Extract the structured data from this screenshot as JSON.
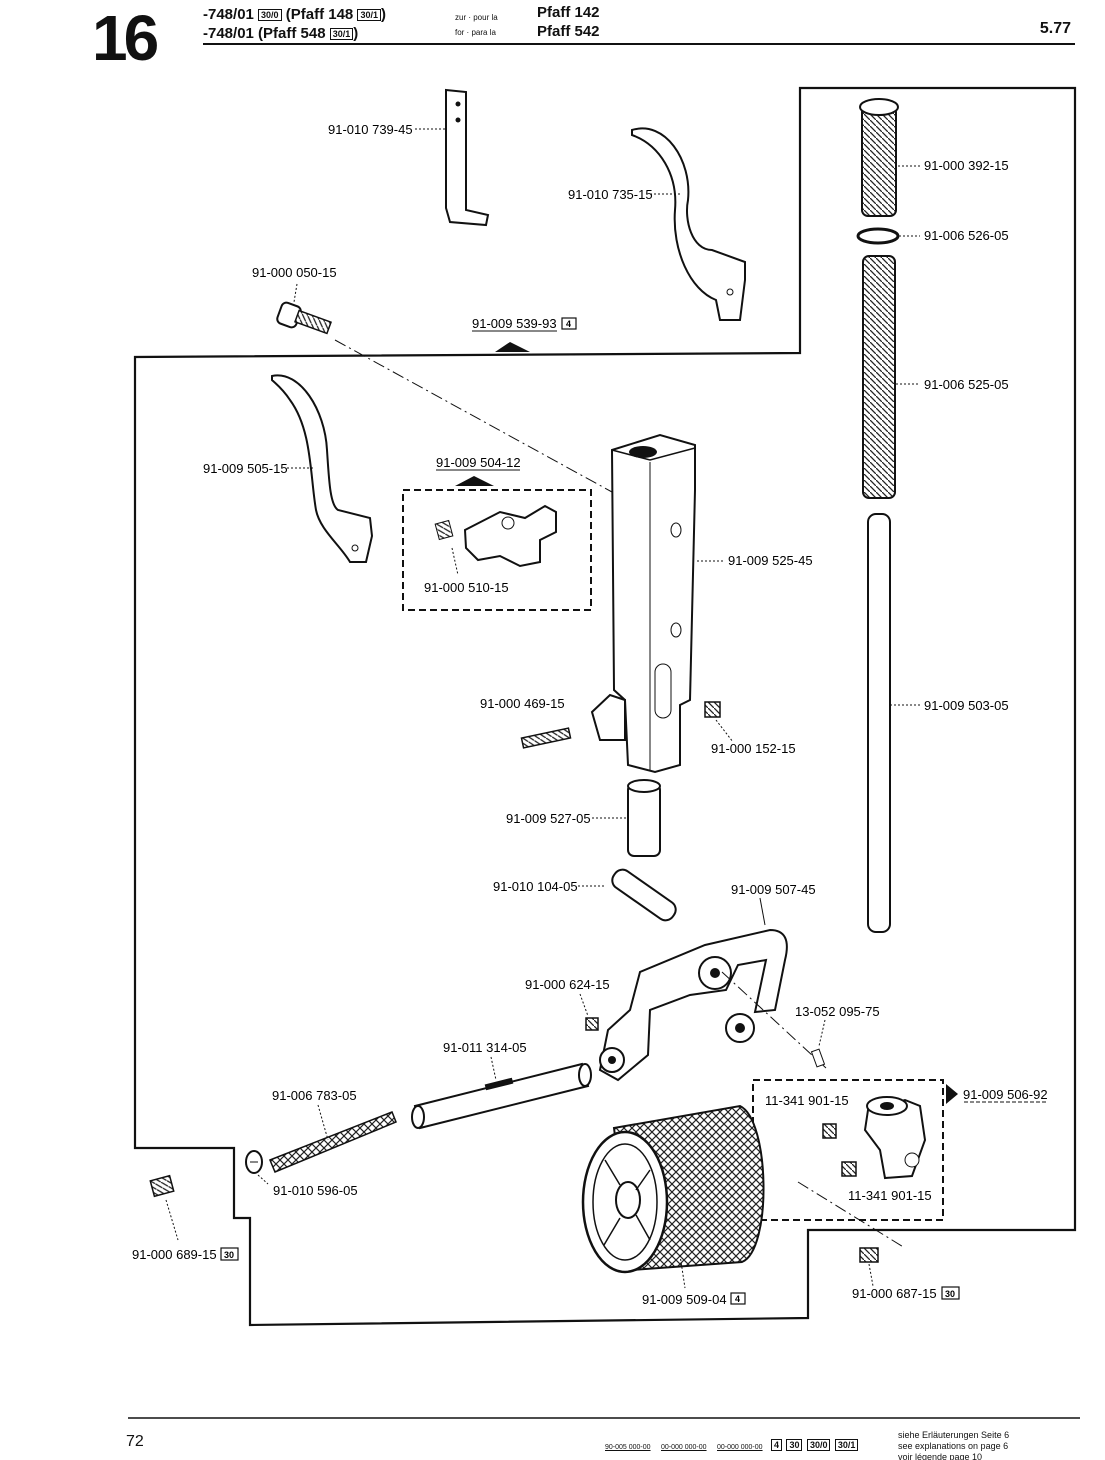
{
  "header": {
    "section_number": "16",
    "line1_model": "-748/01",
    "line1_box": "30/0",
    "line1_machine": "(Pfaff 148",
    "line1_machine_box": "30/1",
    "line1_close": ")",
    "line2_model": "-748/01",
    "line2_machine": "(Pfaff 548",
    "line2_machine_box": "30/1",
    "line2_close": ")",
    "for_line1": "zur · pour la",
    "for_line2": "for · para la",
    "target1": "Pfaff 142",
    "target2": "Pfaff 542",
    "date": "5.77"
  },
  "parts": {
    "p739": "91-010 739-45",
    "p735": "91-010 735-15",
    "p392": "91-000 392-15",
    "p526": "91-006 526-05",
    "p050": "91-000 050-15",
    "p539": "91-009 539-93",
    "p539_box": "4",
    "p525_05": "91-006 525-05",
    "p505": "91-009 505-15",
    "p504": "91-009 504-12",
    "p510": "91-000 510-15",
    "p525_45": "91-009 525-45",
    "p469": "91-000 469-15",
    "p152": "91-000 152-15",
    "p503": "91-009 503-05",
    "p527": "91-009 527-05",
    "p104": "91-010 104-05",
    "p507": "91-009 507-45",
    "p624": "91-000 624-15",
    "p095": "13-052 095-75",
    "p314": "91-011 314-05",
    "p783": "91-006 783-05",
    "p901a": "11-341 901-15",
    "p506": "91-009 506-92",
    "p901b": "11-341 901-15",
    "p596": "91-010 596-05",
    "p689": "91-000 689-15",
    "p689_box": "30",
    "p509": "91-009 509-04",
    "p509_box": "4",
    "p687": "91-000 687-15",
    "p687_box": "30"
  },
  "footer": {
    "page_number": "72",
    "codes": [
      "90-005 000-00",
      "00-000 000-00",
      "00-000 000-00"
    ],
    "boxes": [
      "4",
      "30",
      "30/0",
      "30/1"
    ],
    "note1": "siehe Erläuterungen Seite 6",
    "note2": "see explanations on page 6",
    "note3": "voir légende page 10"
  }
}
